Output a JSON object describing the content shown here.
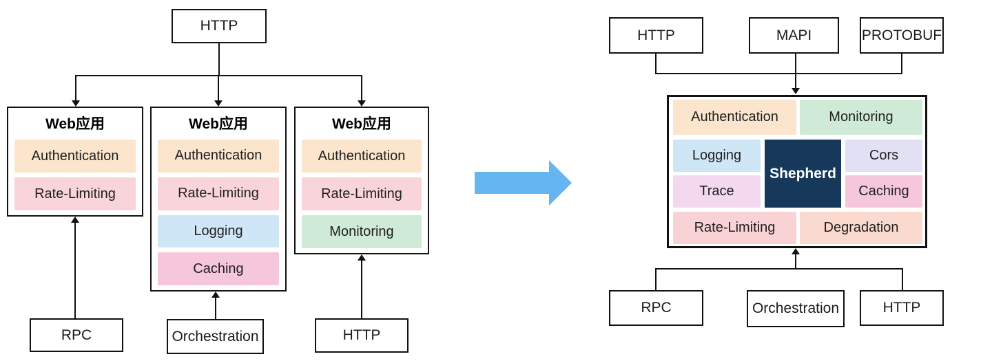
{
  "colors": {
    "authentication": "#fbe5cd",
    "rate_limiting": "#f9d4db",
    "logging": "#cfe6f6",
    "caching": "#f6c6dc",
    "monitoring": "#cfebd8",
    "cors": "#e2e0f4",
    "trace": "#f4d9ee",
    "degradation": "#fad9ce",
    "rate_limiting_gateway": "#f9d2d6",
    "shepherd_bg": "#16395b",
    "transform_arrow": "#64b5f0"
  },
  "left_diagram": {
    "top_box": "HTTP",
    "apps": [
      {
        "title": "Web应用",
        "items": [
          {
            "label": "Authentication",
            "color": "#fbe5cd"
          },
          {
            "label": "Rate-Limiting",
            "color": "#f9d4db"
          }
        ]
      },
      {
        "title": "Web应用",
        "items": [
          {
            "label": "Authentication",
            "color": "#fbe5cd"
          },
          {
            "label": "Rate-Limiting",
            "color": "#f9d4db"
          },
          {
            "label": "Logging",
            "color": "#cfe6f6"
          },
          {
            "label": "Caching",
            "color": "#f6c6dc"
          }
        ]
      },
      {
        "title": "Web应用",
        "items": [
          {
            "label": "Authentication",
            "color": "#fbe5cd"
          },
          {
            "label": "Rate-Limiting",
            "color": "#f9d4db"
          },
          {
            "label": "Monitoring",
            "color": "#cfebd8"
          }
        ]
      }
    ],
    "bottom_boxes": [
      "RPC",
      "Orchestration",
      "HTTP"
    ]
  },
  "right_diagram": {
    "top_boxes": [
      "HTTP",
      "MAPI",
      "PROTOBUF"
    ],
    "gateway": {
      "core_label": "Shepherd",
      "tiles": [
        {
          "label": "Authentication",
          "color": "#fbe5cd"
        },
        {
          "label": "Monitoring",
          "color": "#cfebd8"
        },
        {
          "label": "Logging",
          "color": "#cfe6f6"
        },
        {
          "label": "Trace",
          "color": "#f4d9ee"
        },
        {
          "label": "Cors",
          "color": "#e2e0f4"
        },
        {
          "label": "Caching",
          "color": "#f6c6dc"
        },
        {
          "label": "Rate-Limiting",
          "color": "#f9d2d6"
        },
        {
          "label": "Degradation",
          "color": "#fad9ce"
        }
      ]
    },
    "bottom_boxes": [
      "RPC",
      "Orchestration",
      "HTTP"
    ]
  }
}
